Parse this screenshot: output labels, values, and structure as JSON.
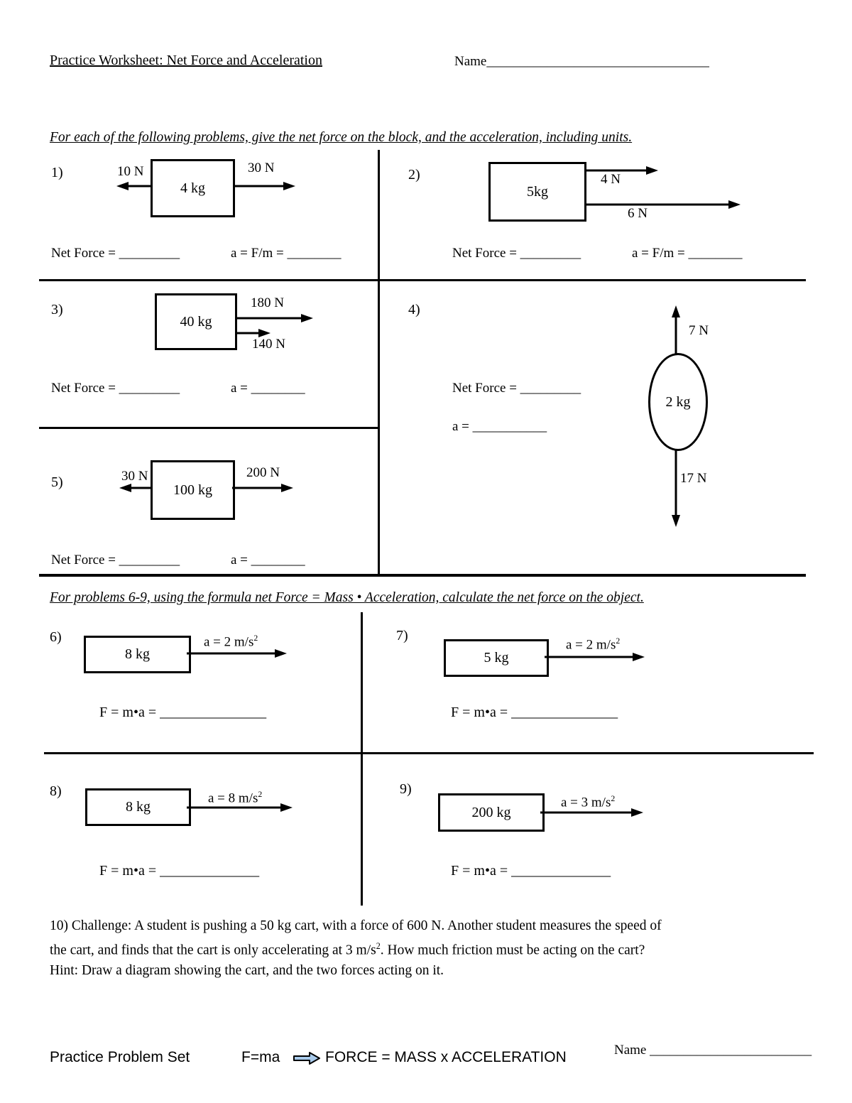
{
  "header": {
    "title": "Practice Worksheet: Net Force and Acceleration",
    "name_line": "Name_________________________________"
  },
  "sec1": {
    "instruction": "For each of the following problems, give the net force on the block, and the acceleration, including units.",
    "p1": {
      "num": "1)",
      "mass": "4 kg",
      "force_left": "10 N",
      "force_right": "30 N",
      "net": "Net Force = _________",
      "acc": "a = F/m = ________"
    },
    "p2": {
      "num": "2)",
      "mass": "5kg",
      "force_top": "4 N",
      "force_bottom": "6 N",
      "net": "Net Force = _________",
      "acc": "a = F/m = ________"
    },
    "p3": {
      "num": "3)",
      "mass": "40 kg",
      "force_top": "180 N",
      "force_bottom": "140 N",
      "net": "Net Force = _________",
      "acc": "a = ________"
    },
    "p4": {
      "num": "4)",
      "mass": "2 kg",
      "force_up": "7 N",
      "force_down": "17 N",
      "net": "Net Force = _________",
      "acc": "a = ___________"
    },
    "p5": {
      "num": "5)",
      "mass": "100 kg",
      "force_left": "30 N",
      "force_right": "200 N",
      "net": "Net Force = _________",
      "acc": "a = ________"
    }
  },
  "sec2": {
    "instruction": "For problems 6-9, using the formula net Force = Mass • Acceleration, calculate the net force on the object.",
    "p6": {
      "num": "6)",
      "mass": "8 kg",
      "acc": "a = 2 m/s",
      "acc_sup": "2",
      "formula": "F = m•a = _______________"
    },
    "p7": {
      "num": "7)",
      "mass": "5 kg",
      "acc": "a = 2 m/s",
      "acc_sup": "2",
      "formula": "F = m•a = _______________"
    },
    "p8": {
      "num": "8)",
      "mass": "8 kg",
      "acc": "a = 8 m/s",
      "acc_sup": "2",
      "formula": "F = m•a = ______________"
    },
    "p9": {
      "num": "9)",
      "mass": "200 kg",
      "acc": "a = 3 m/s",
      "acc_sup": "2",
      "formula": "F = m•a = ______________"
    }
  },
  "challenge": {
    "line1": "10) Challenge: A student is pushing a 50 kg cart, with a force of 600 N.  Another student measures the speed of",
    "line2_pre": "the cart, and finds that the cart is only accelerating at 3 m/s",
    "line2_sup": "2",
    "line2_post": ". How much friction must be acting on the cart?",
    "line3": "Hint: Draw a diagram showing the cart, and the two forces acting on it."
  },
  "footer": {
    "set_label": "Practice Problem Set",
    "formula": "F=ma",
    "statement": "FORCE = MASS x ACCELERATION",
    "name_line": "Name ________________________",
    "arrow_fill": "#a9cbec"
  }
}
